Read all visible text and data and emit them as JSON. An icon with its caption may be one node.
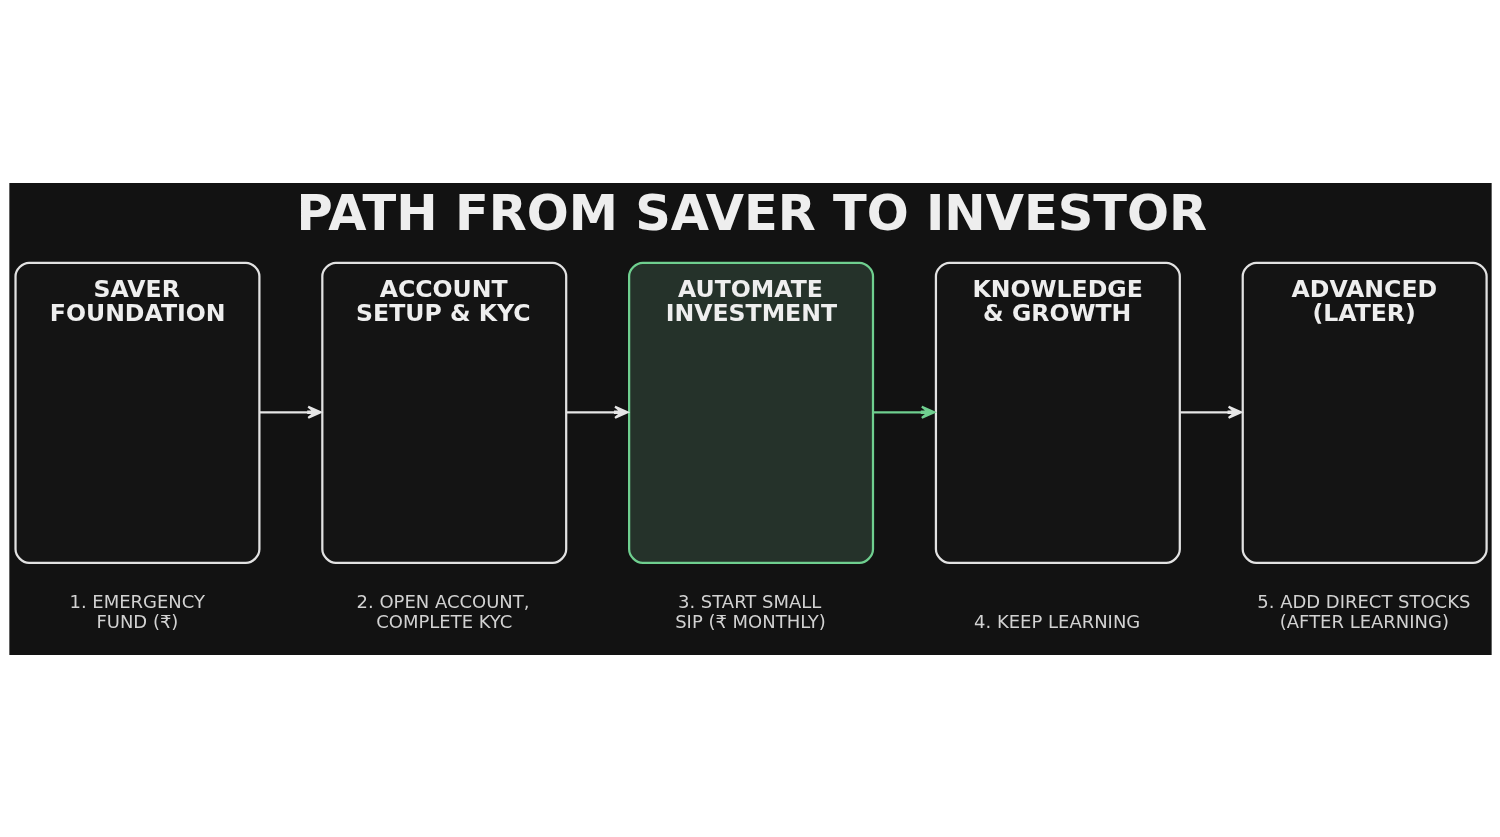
{
  "diagram": {
    "title": "PATH FROM SAVER TO INVESTOR",
    "nodes": [
      {
        "text": [
          "SAVER FOUNDATION"
        ],
        "beside": [
          "1. EMERGENCY FUND (₹)"
        ]
      },
      {
        "text": [
          "ACCOUNT SETUP & KYC"
        ],
        "beside": [
          "2. OPEN ACCOUNT, COMPLETE KYC"
        ]
      },
      {
        "text": [
          "AUTOMATE INVESTMENT"
        ],
        "beside": [
          "3. START SMALL SIP (₹ MONTHLY)"
        ]
      },
      {
        "text": [
          "KNOWLEDGE & GROWTH"
        ],
        "beside": [
          "4. KEEP LEARNING"
        ]
      },
      {
        "text": [
          "ADVANCED (LATER)"
        ],
        "beside": [
          "5. ADD DIRECT STOCKS (AFTER LEARNING)"
        ]
      }
    ],
    "edges": [
      {
        "from": 0,
        "to": 1,
        "arrow": "to"
      },
      {
        "from": 1,
        "to": 2,
        "arrow": "to"
      },
      {
        "from": 2,
        "to": 3,
        "arrow": "to",
        "color": "#6fcf8f"
      },
      {
        "from": 3,
        "to": 4,
        "arrow": "to"
      }
    ]
  }
}
